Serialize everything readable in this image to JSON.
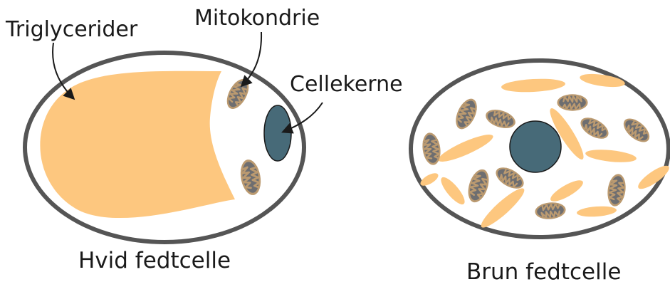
{
  "labels": {
    "triglycerides": "Triglycerider",
    "mitochondrion": "Mitokondrie",
    "nucleus": "Cellekerne"
  },
  "captions": {
    "white_cell": "Hvid fedtcelle",
    "brown_cell": "Brun fedtcelle"
  },
  "colors": {
    "membrane": "#555555",
    "lipid": "#FDC77F",
    "nucleus": "#476A78",
    "mito_outer": "#BB9A70",
    "mito_inner": "#6E6E70",
    "background": "#FFFFFF"
  },
  "icons": {
    "arrow": "curved-pointer-arrow"
  }
}
